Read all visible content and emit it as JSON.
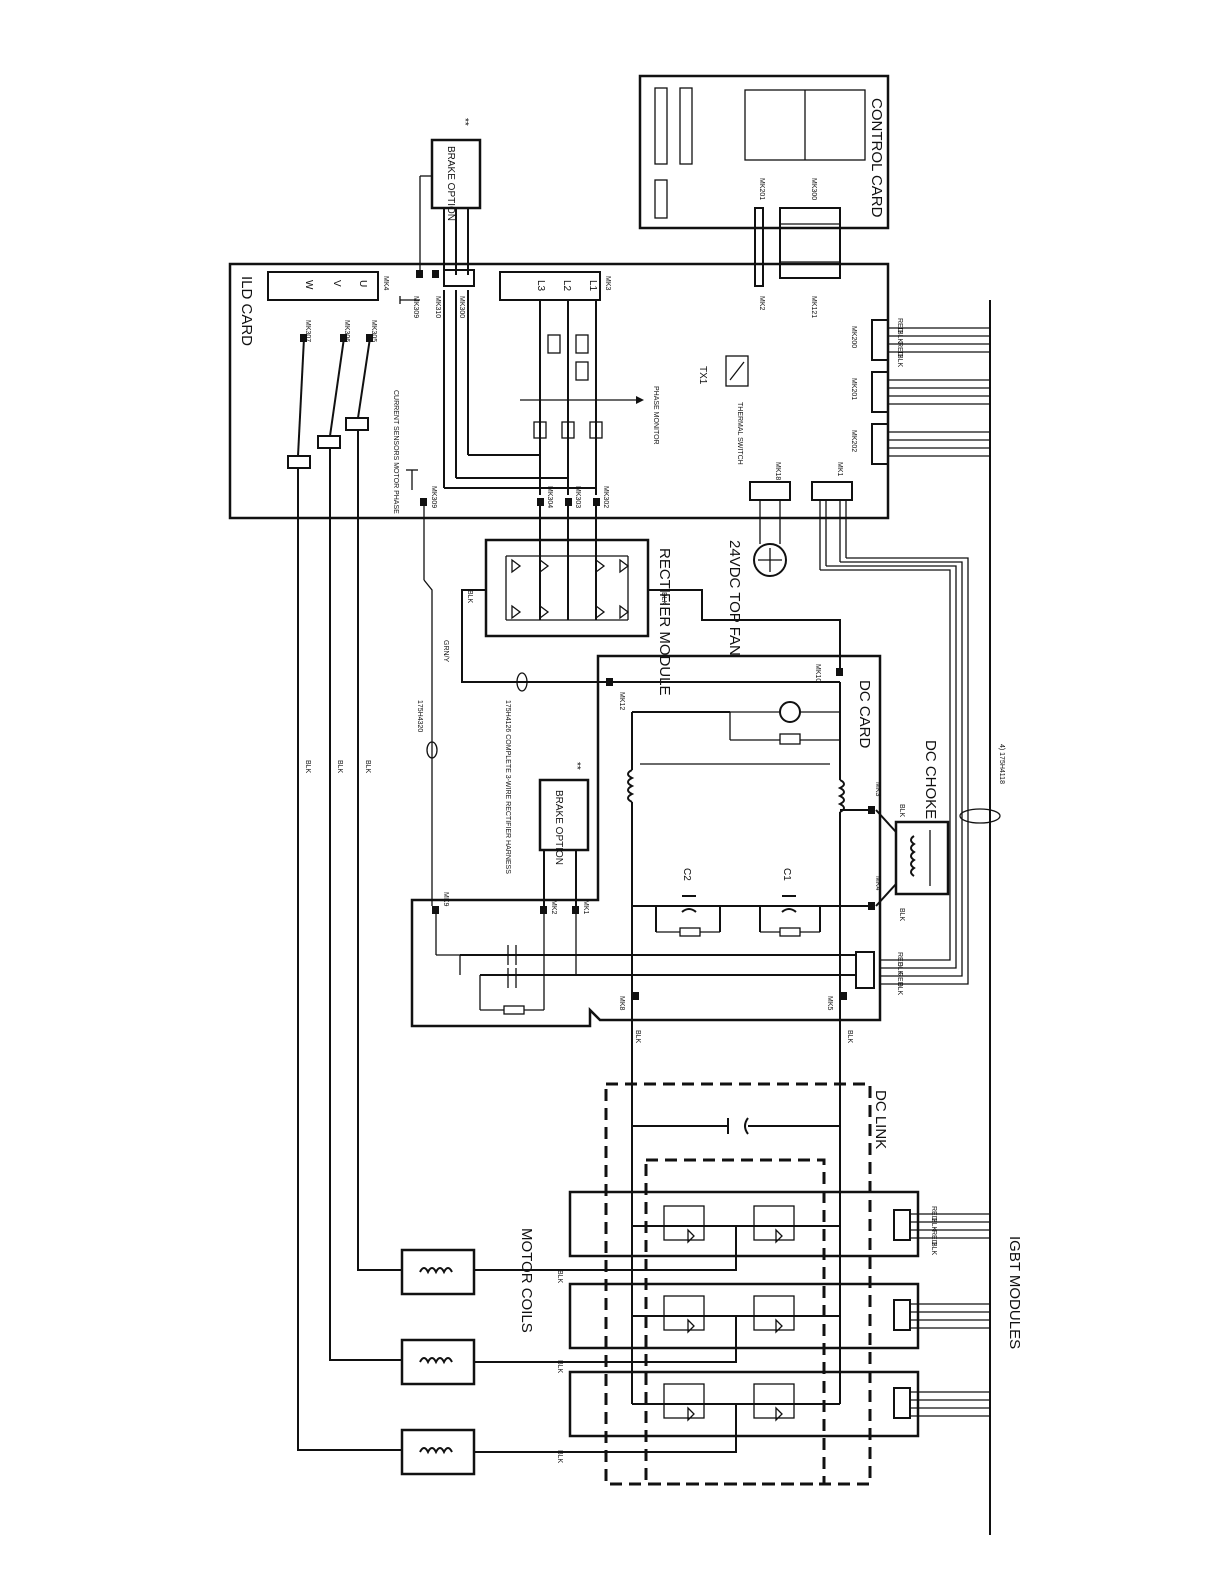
{
  "labels": {
    "control_card": "CONTROL CARD",
    "mk300_ctrl": "MK300",
    "mk201_ctrl": "MK201",
    "brake_option_top": "BRAKE OPTION",
    "brake_marker_top": "**",
    "ild_card": "ILD CARD",
    "mk3": "MK3",
    "mk4": "MK4",
    "l1": "L1",
    "l2": "L2",
    "l3": "L3",
    "u": "U",
    "v": "V",
    "w": "W",
    "mk300": "MK300",
    "mk310": "MK310",
    "mk309": "MK309",
    "mk305": "MK305",
    "mk306": "MK306",
    "mk307": "MK307",
    "mk302": "MK302",
    "mk303": "MK303",
    "mk304": "MK304",
    "mk121": "MK121",
    "mk2": "MK2",
    "mk200": "MK200",
    "mk201": "MK201",
    "mk202": "MK202",
    "mk1": "MK1",
    "mk18": "MK18",
    "tx1": "TX1",
    "thermal_switch": "THERMAL SWITCH",
    "phase_monitor": "PHASE MONITOR",
    "current_sensors": "CURRENT SENSORS MOTOR PHASE",
    "fan": "24VDC TOP FAN",
    "rectifier_module": "RECTIFIER MODULE",
    "dc_card": "DC CARD",
    "mk10": "MK10",
    "mk12": "MK12",
    "harness": "175H4126 COMPLETE 3-WIRE RECTIFIER HARNESS",
    "dc_choke": "DC CHOKE",
    "cable_ref": "4) 175H4118",
    "brake_option_mid": "BRAKE OPTION",
    "brake_marker_mid": "**",
    "c1": "C1",
    "c2": "C2",
    "mk3_dc": "MK3",
    "mk4_dc": "MK4",
    "mk5": "MK5",
    "mk8": "MK8",
    "mk9": "MK9",
    "mk2_dc": "MK2",
    "mk1_dc": "MK1",
    "ref_4320": "175H4320",
    "dc_link": "DC LINK",
    "motor_coils": "MOTOR COILS",
    "igbt_modules": "IGBT MODULES",
    "blk": "BLK",
    "red": "RED",
    "grn_y": "GRN/Y"
  }
}
